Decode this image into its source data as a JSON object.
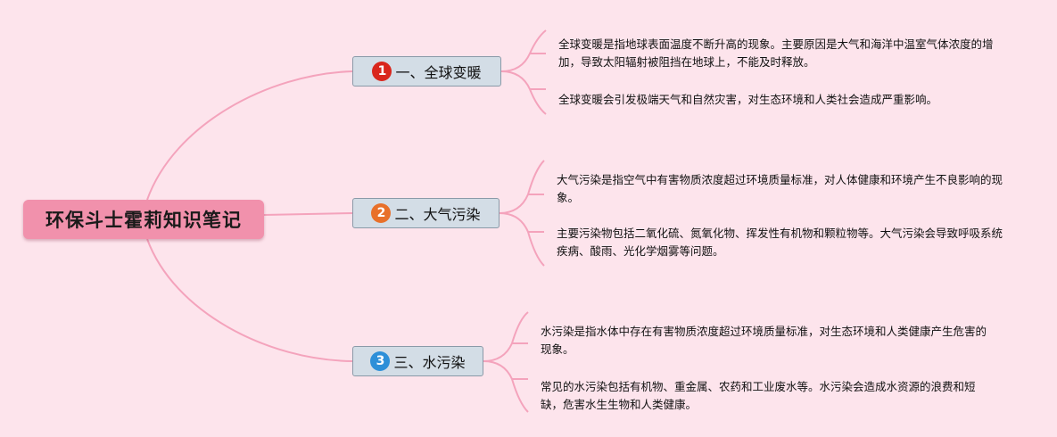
{
  "root": {
    "title": "环保斗士霍莉知识笔记"
  },
  "topics": [
    {
      "number": "1",
      "label": "一、全球变暖",
      "badge_color": "#d9261c",
      "notes": [
        "全球变暖是指地球表面温度不断升高的现象。主要原因是大气和海洋中温室气体浓度的增加，导致太阳辐射被阻挡在地球上，不能及时释放。",
        "全球变暖会引发极端天气和自然灾害，对生态环境和人类社会造成严重影响。"
      ]
    },
    {
      "number": "2",
      "label": "二、大气污染",
      "badge_color": "#e8702a",
      "notes": [
        "大气污染是指空气中有害物质浓度超过环境质量标准，对人体健康和环境产生不良影响的现象。",
        "主要污染物包括二氧化硫、氮氧化物、挥发性有机物和颗粒物等。大气污染会导致呼吸系统疾病、酸雨、光化学烟雾等问题。"
      ]
    },
    {
      "number": "3",
      "label": "三、水污染",
      "badge_color": "#2d8fd8",
      "notes": [
        "水污染是指水体中存在有害物质浓度超过环境质量标准，对生态环境和人类健康产生危害的现象。",
        "常见的水污染包括有机物、重金属、农药和工业废水等。水污染会造成水资源的浪费和短缺，危害水生生物和人类健康。"
      ]
    }
  ],
  "colors": {
    "background": "#fde4ec",
    "connector": "#f4a3bc",
    "root_fill": "#f191ac",
    "topic_fill": "#d3dde6"
  }
}
